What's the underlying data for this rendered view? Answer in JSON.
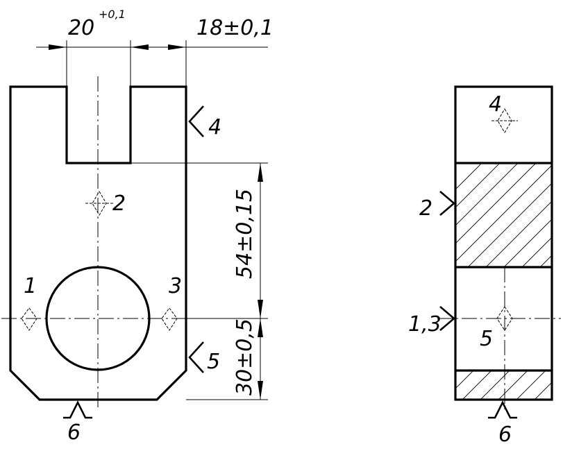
{
  "front_view": {
    "dim_slot_width": "20",
    "dim_slot_width_tol": "+0,1",
    "dim_side": "18±0,1",
    "dim_vertical_upper": "54±0,15",
    "dim_vertical_lower": "30±0,5",
    "label_side_right_upper": "4",
    "label_center_point": "2",
    "label_left_point": "1",
    "label_right_point": "3",
    "label_side_right_lower": "5",
    "label_bottom": "6"
  },
  "side_view": {
    "label_top_point": "4",
    "label_left_upper": "2",
    "label_left_lower": "1,3",
    "label_center_point": "5",
    "label_bottom": "6"
  }
}
